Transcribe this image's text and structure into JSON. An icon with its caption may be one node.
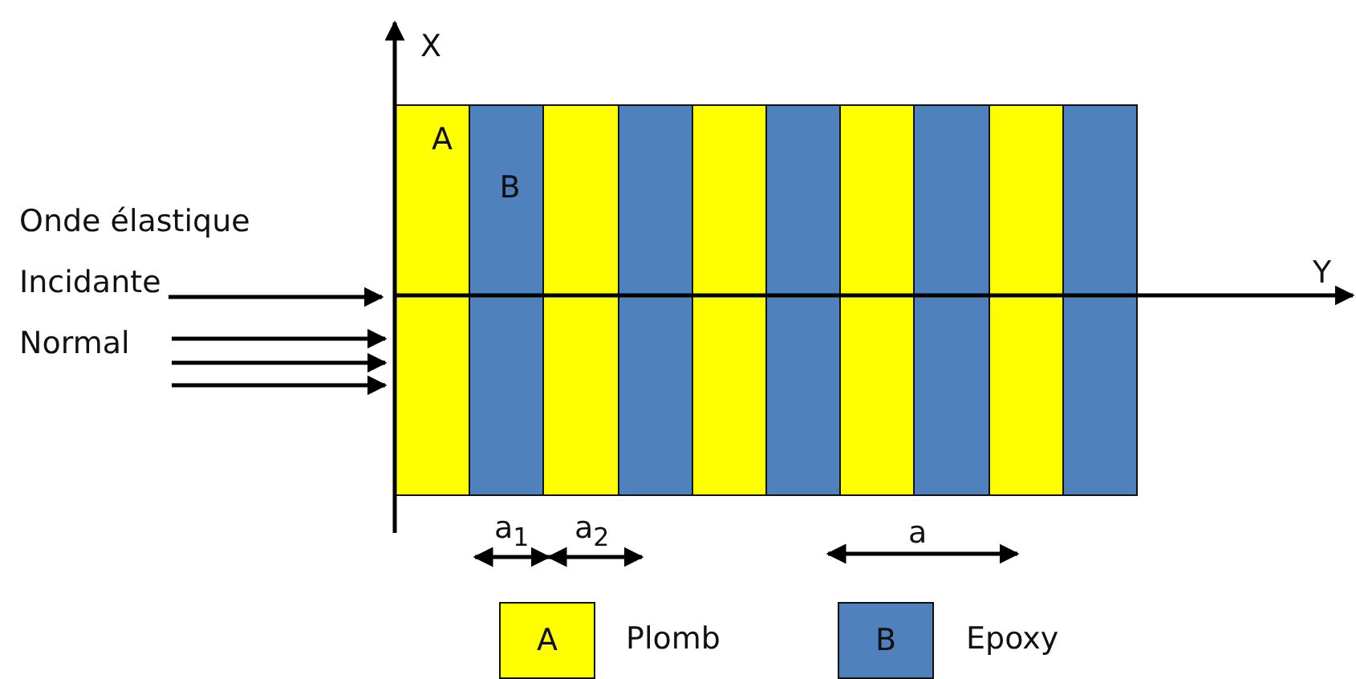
{
  "diagram": {
    "nodes": [
      {
        "text": [
          "A"
        ]
      },
      {
        "text": [
          "B"
        ]
      },
      {
        "text": [],
        "shape": "bar"
      },
      {
        "text": [],
        "shape": "bar"
      },
      {
        "text": [],
        "shape": "bar"
      },
      {
        "text": [],
        "shape": "bar"
      },
      {
        "text": [],
        "shape": "bar"
      },
      {
        "text": [],
        "shape": "bar"
      },
      {
        "text": [],
        "shape": "bar"
      },
      {
        "text": [],
        "shape": "bar"
      }
    ],
    "labels": [
      "X",
      "Onde élastique Incidante Normal",
      "Y",
      "a$_{1}$",
      "a$_{2}$",
      "a",
      "A",
      "B"
    ],
    "legend": [
      {
        "text": "Plomb",
        "color": "#ffff00"
      },
      {
        "text": "Epoxy",
        "color": "#4f81bd"
      }
    ]
  }
}
